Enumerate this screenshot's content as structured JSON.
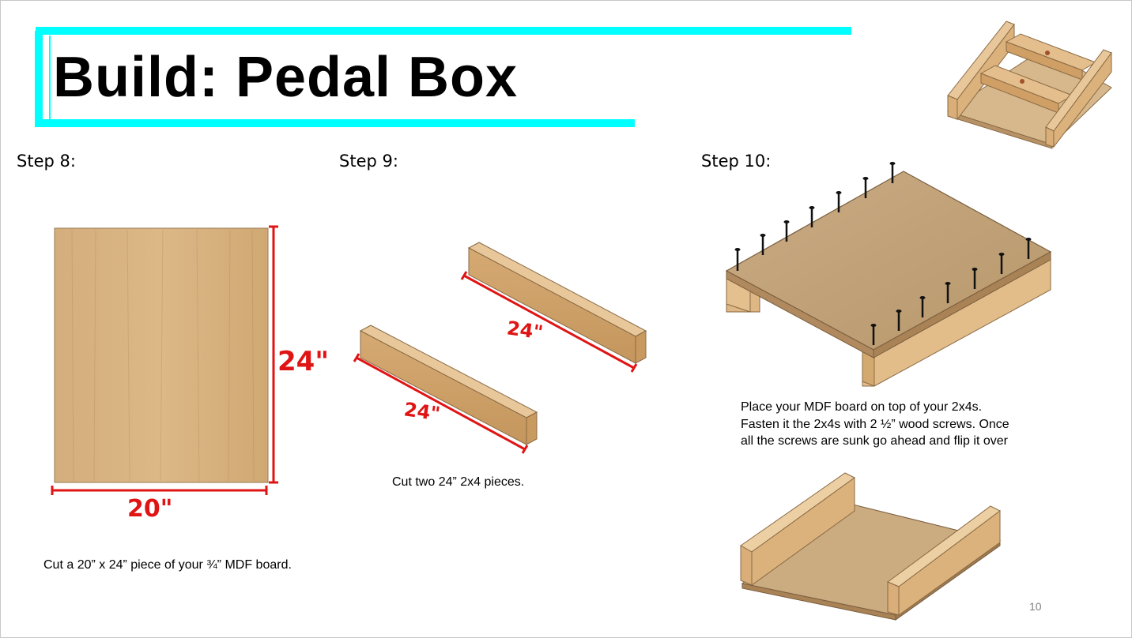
{
  "slide": {
    "title": "Build: Pedal Box",
    "page_number": "10",
    "accent_color": "#00ffff",
    "dimension_color": "#e01414",
    "wood_color": "#d9b07c"
  },
  "steps": [
    {
      "label": "Step 8:",
      "caption": "Cut a 20” x 24” piece of your ¾” MDF board.",
      "dims": {
        "width": "20\"",
        "height": "24\""
      }
    },
    {
      "label": "Step 9:",
      "caption": "Cut two 24” 2x4 pieces.",
      "dims": {
        "board_a": "24\"",
        "board_b": "24\""
      }
    },
    {
      "label": "Step 10:",
      "caption": "Place your MDF board on top of your 2x4s. Fasten it the 2x4s with 2 ½” wood screws. Once all the screws are sunk go ahead and flip it over"
    }
  ]
}
